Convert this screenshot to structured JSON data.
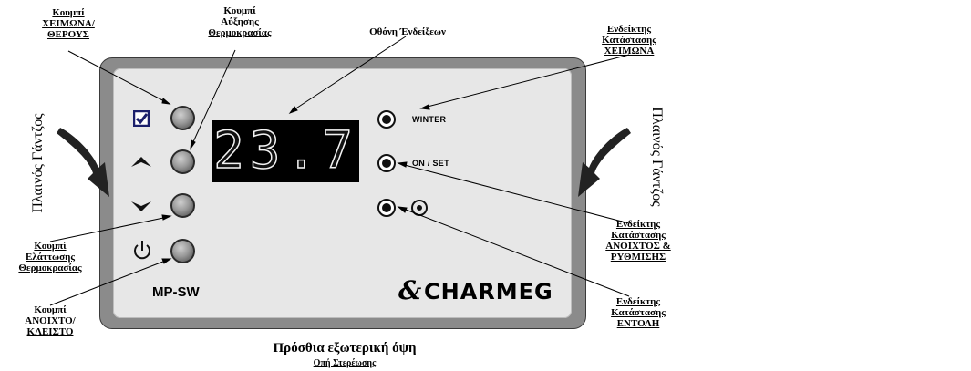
{
  "callouts": {
    "season_button": [
      "Κουμπί",
      "ΧΕΙΜΩΝΑ/",
      "ΘΕΡΟΥΣ"
    ],
    "increase_button": [
      "Κουμπί",
      "Αύξησης",
      "Θερμοκρασίας"
    ],
    "display": [
      "Οθόνη Ένδείξεων"
    ],
    "winter_indicator": [
      "Ενδείκτης",
      "Κατάστασης",
      "ΧΕΙΜΩΝΑ"
    ],
    "decrease_button": [
      "Κουμπί",
      "Ελάττωσης",
      "Θερμοκρασίας"
    ],
    "power_button": [
      "Κουμπί",
      "ΑΝΟΙΧΤΟ/",
      "ΚΛΕΙΣΤΟ"
    ],
    "onset_indicator": [
      "Ενδείκτης",
      "Κατάστασης",
      "ΑΝΟΙΧΤΟΣ &",
      "ΡΥΘΜΙΣΗΣ"
    ],
    "command_indicator": [
      "Ενδείκτης",
      "Κατάστασης",
      "ΕΝΤΟΛΗ"
    ]
  },
  "side_labels": {
    "left": "Πλαινός Γάντζος",
    "right": "Πλαινός Γάντζος"
  },
  "panel": {
    "display_value": "23.7",
    "led_labels": {
      "winter": "WINTER",
      "onset": "ON / SET"
    },
    "model": "MP-SW",
    "brand": "CHARMEG"
  },
  "caption": {
    "main": "Πρόσθια εξωτερική όψη",
    "sub": "Οπή Στερέωσης"
  },
  "colors": {
    "frame": "#8b8b8b",
    "panel": "#e7e7e7",
    "display": "#000000",
    "checkbox": "#1b1f6b"
  }
}
